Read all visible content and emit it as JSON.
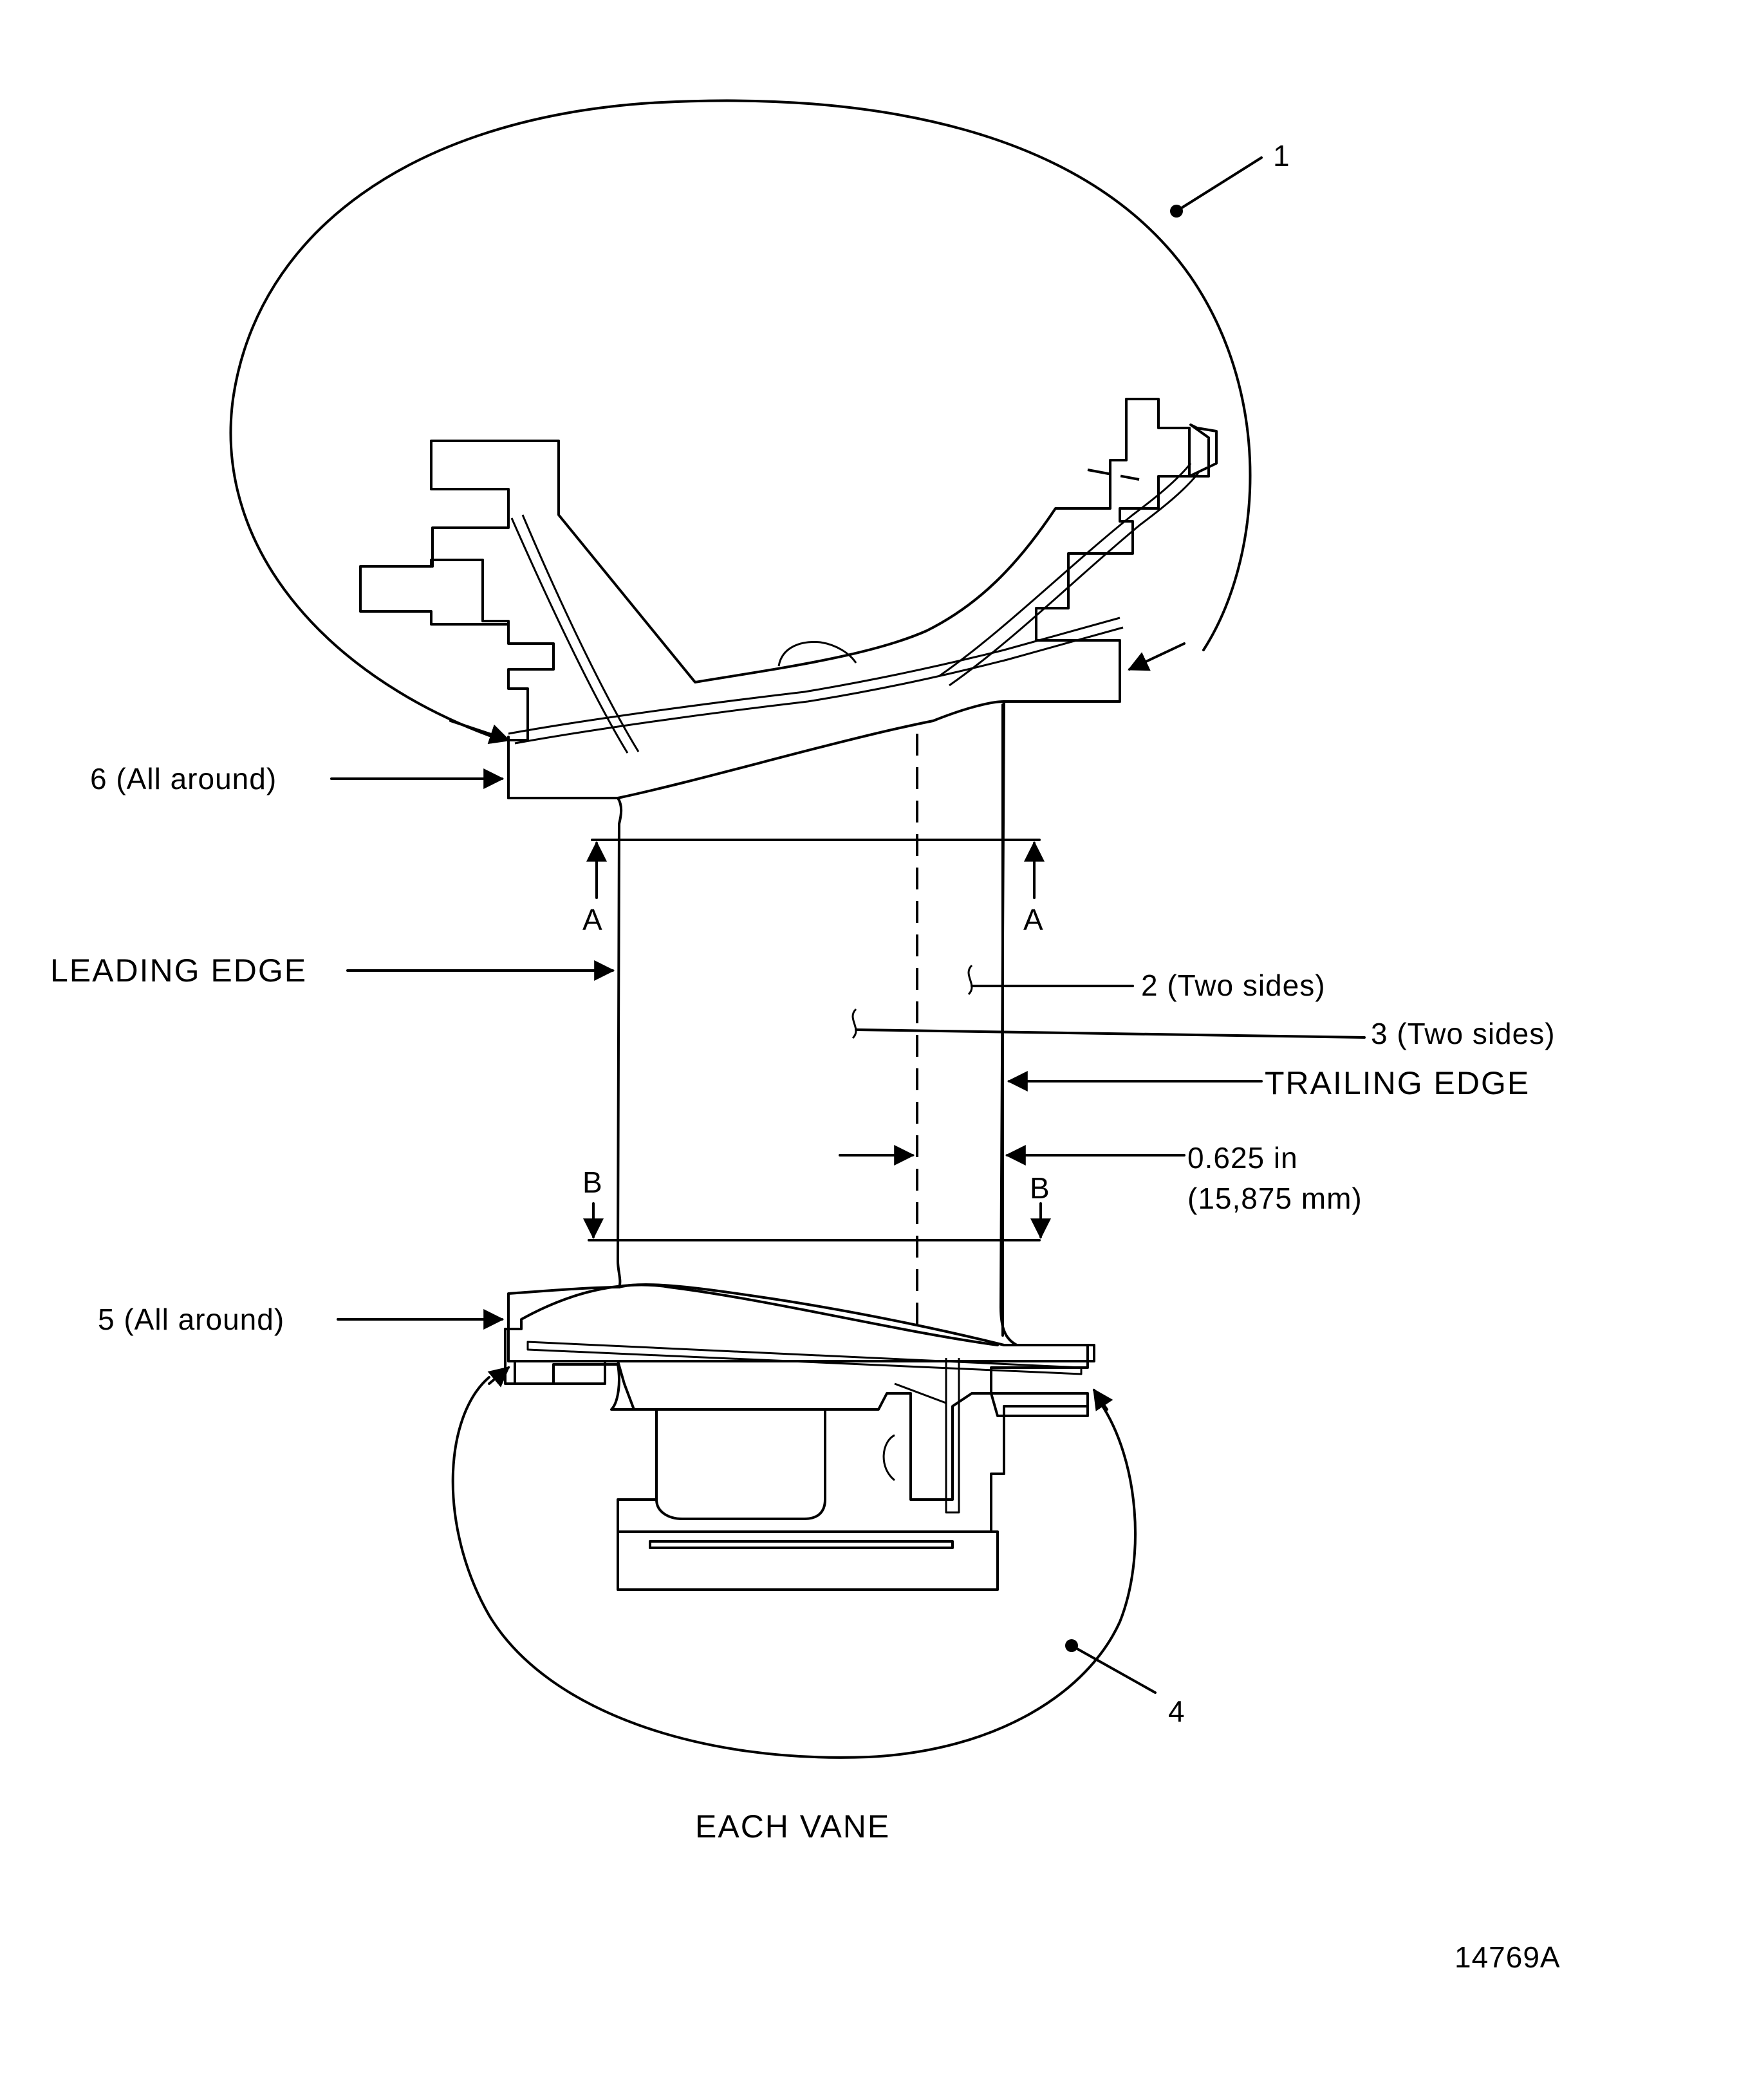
{
  "labels": {
    "callout_1": "1",
    "callout_2": "2 (Two sides)",
    "callout_3": "3 (Two sides)",
    "callout_4": "4",
    "callout_5": "5 (All around)",
    "callout_6": "6 (All around)",
    "leading_edge": "LEADING EDGE",
    "trailing_edge": "TRAILING EDGE",
    "dimension_value": "0.625 in",
    "dimension_metric": "(15,875 mm)",
    "section_a": "A",
    "section_b": "B",
    "caption": "EACH VANE",
    "figure_number": "14769A"
  }
}
